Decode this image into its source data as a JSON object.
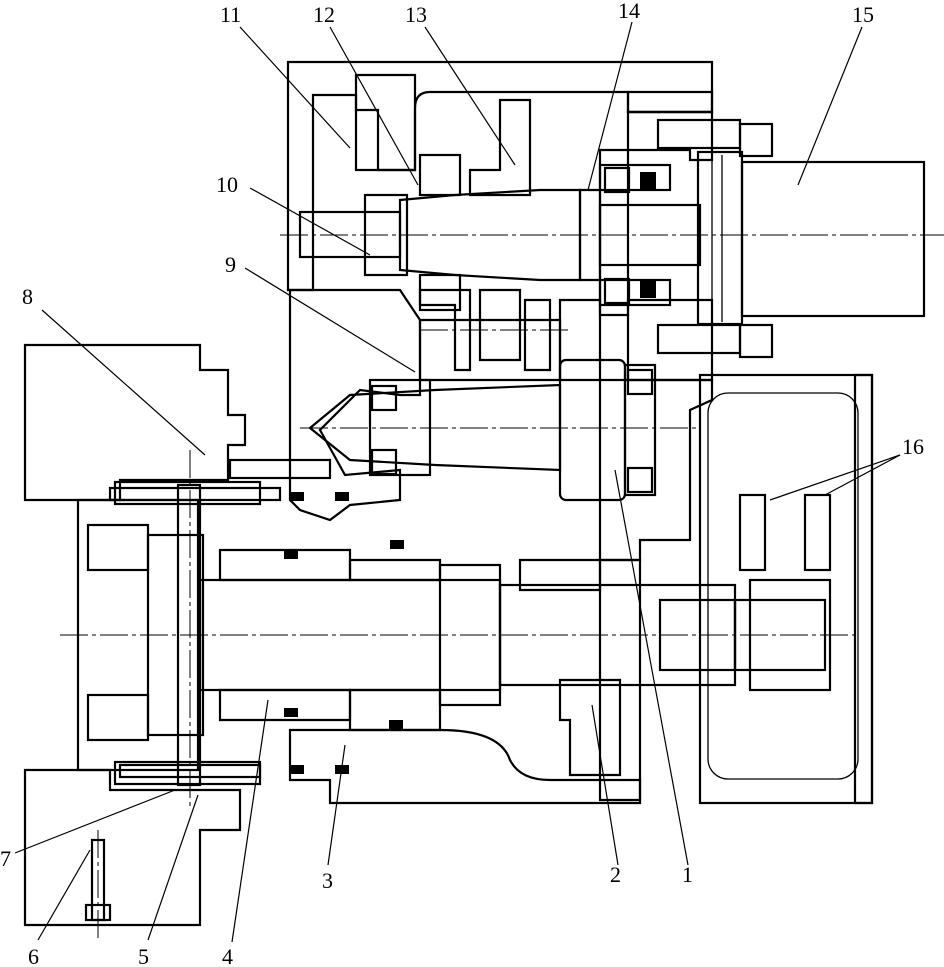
{
  "part_labels": [
    {
      "id": "1",
      "text": "1"
    },
    {
      "id": "2",
      "text": "2"
    },
    {
      "id": "3",
      "text": "3"
    },
    {
      "id": "4",
      "text": "4"
    },
    {
      "id": "5",
      "text": "5"
    },
    {
      "id": "6",
      "text": "6"
    },
    {
      "id": "7",
      "text": "7"
    },
    {
      "id": "8",
      "text": "8"
    },
    {
      "id": "9",
      "text": "9"
    },
    {
      "id": "10",
      "text": "10"
    },
    {
      "id": "11",
      "text": "11"
    },
    {
      "id": "12",
      "text": "12"
    },
    {
      "id": "13",
      "text": "13"
    },
    {
      "id": "14",
      "text": "14"
    },
    {
      "id": "15",
      "text": "15"
    },
    {
      "id": "16",
      "text": "16"
    }
  ],
  "colors": {
    "ink": "#000000",
    "paper": "#ffffff"
  }
}
